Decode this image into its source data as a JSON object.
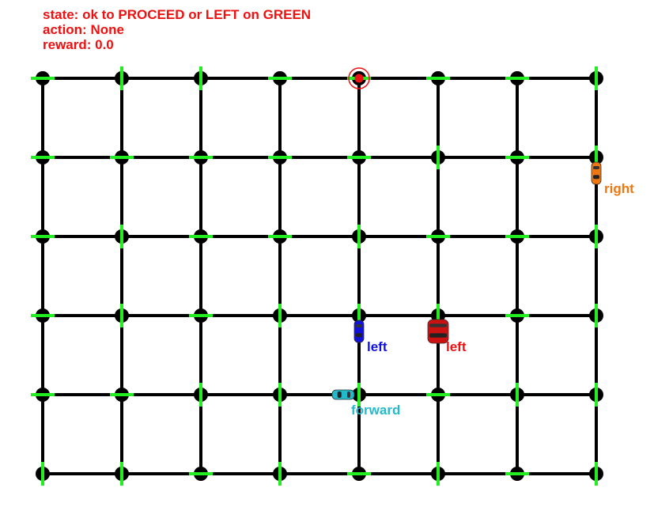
{
  "status": {
    "state": "state: ok to PROCEED or LEFT on GREEN",
    "action": "action: None",
    "reward": "reward: 0.0"
  },
  "grid": {
    "columns": 8,
    "rows": 6,
    "line_color": "#000000",
    "light_color": "#22ee22"
  },
  "lights": [
    [
      "ew",
      "ns",
      "ns",
      "ew",
      "ew",
      "ew",
      "ew",
      "ns"
    ],
    [
      "ew",
      "ew",
      "ew",
      "ew",
      "ew",
      "ns",
      "ew",
      "ns"
    ],
    [
      "ew",
      "ns",
      "ew",
      "ew",
      "ns",
      "ew",
      "ew",
      "ns"
    ],
    [
      "ew",
      "ns",
      "ew",
      "ns",
      "ns",
      "ns",
      "ew",
      "ns"
    ],
    [
      "ew",
      "ew",
      "ns",
      "ns",
      "ns",
      "ew",
      "ns",
      "ns"
    ],
    [
      "ns",
      "ns",
      "ew",
      "ns",
      "ew",
      "ns",
      "ew",
      "ns"
    ]
  ],
  "target": {
    "col": 4,
    "row": 0,
    "color": "#ee1111"
  },
  "cars": [
    {
      "id": "car-red",
      "color": "#cc1111",
      "label": "left",
      "label_color": "#ee1111",
      "col": 5,
      "row": 3,
      "heading": "south",
      "primary": true
    },
    {
      "id": "car-blue",
      "color": "#1111dd",
      "label": "left",
      "label_color": "#1111dd",
      "col": 4,
      "row": 3,
      "heading": "south",
      "primary": false
    },
    {
      "id": "car-cyan",
      "color": "#22bbcc",
      "label": "forward",
      "label_color": "#22bbcc",
      "col": 4,
      "row": 4,
      "heading": "west",
      "primary": false
    },
    {
      "id": "car-orange",
      "color": "#ee7711",
      "label": "right",
      "label_color": "#ee7711",
      "col": 7,
      "row": 1,
      "heading": "south",
      "primary": false
    }
  ]
}
